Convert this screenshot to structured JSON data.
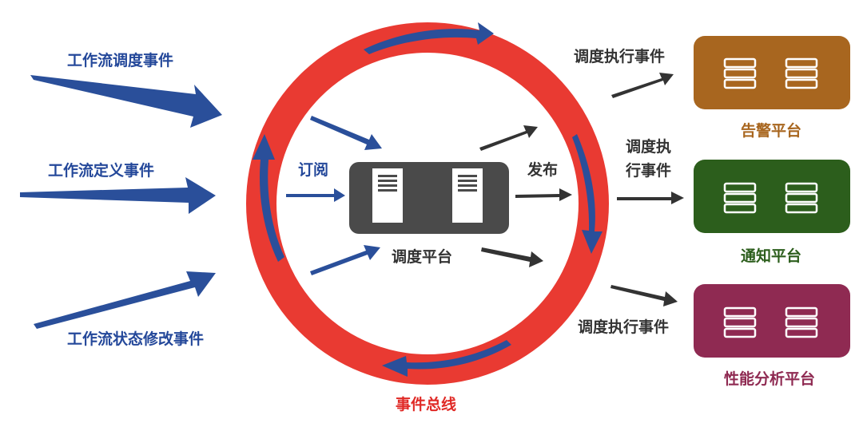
{
  "event_types": {
    "schedule": "工作流调度事件",
    "define": "工作流定义事件",
    "status_change": "工作流状态修改事件"
  },
  "core": {
    "subscribe": "订阅",
    "publish": "发布",
    "scheduler": "调度平台",
    "event_bus": "事件总线"
  },
  "dispatch": {
    "top": "调度执行事件",
    "middle_line1": "调度执",
    "middle_line2": "行事件",
    "bottom": "调度执行事件"
  },
  "platforms": [
    {
      "name": "告警平台",
      "color": "#a8661f"
    },
    {
      "name": "通知平台",
      "color": "#2c5e1c"
    },
    {
      "name": "性能分析平台",
      "color": "#8f2a52"
    }
  ],
  "colors": {
    "blue_arrow": "#2a4f9a",
    "bus_ring": "#e93a32",
    "scheduler_box": "#4a4a4a",
    "gray_arrow": "#555555"
  }
}
